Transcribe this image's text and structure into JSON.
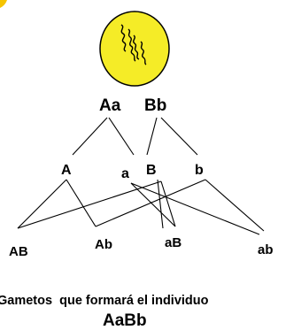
{
  "diagram": {
    "parent_genotype": {
      "left": "Aa",
      "right": "Bb"
    },
    "alleles": {
      "A": "A",
      "a": "a",
      "B": "B",
      "b": "b"
    },
    "gametes": {
      "AB": "AB",
      "Ab": "Ab",
      "aB": "aB",
      "ab": "ab"
    },
    "caption": {
      "line1": "Gametos  que formará el individuo",
      "line2": "AaBb"
    },
    "colors": {
      "cell_fill": "#f5ec27",
      "cell_outline": "#000000",
      "top_corner_accent": "#f6c400",
      "line": "#000000"
    },
    "icons": {
      "cell": "cell-with-chromosomes-icon"
    }
  }
}
